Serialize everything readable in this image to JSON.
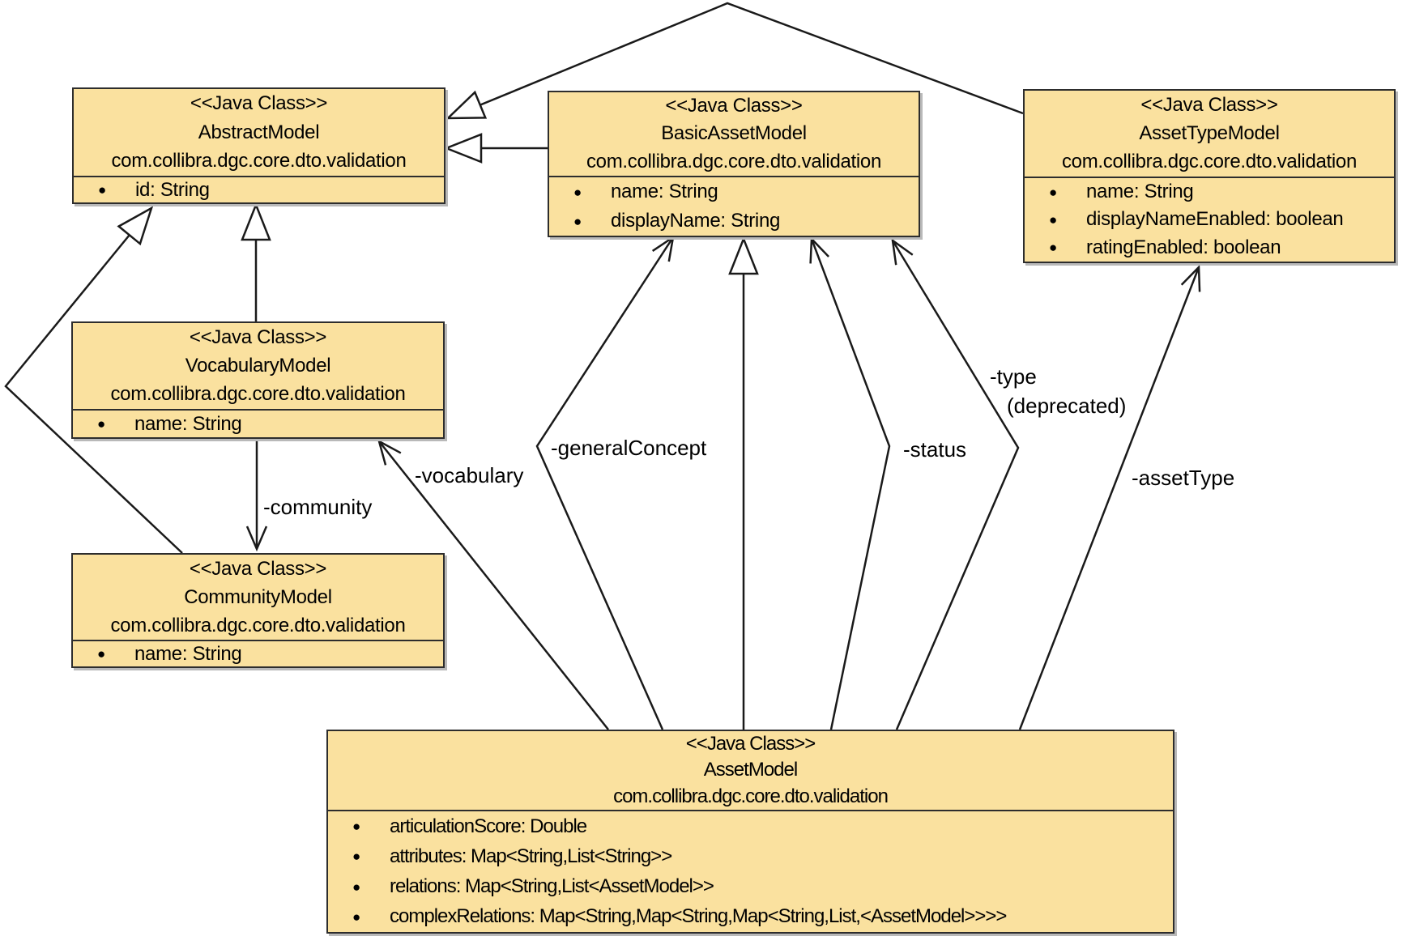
{
  "diagram": {
    "colors": {
      "box_fill": "#FAE19F",
      "box_border": "#2D2D2D",
      "line_color": "#1A1A1A",
      "background": "#FFFFFF"
    },
    "classes": [
      {
        "id": "abstract-model",
        "stereotype": "<<Java Class>>",
        "name": "AbstractModel",
        "package": "com.collibra.dgc.core.dto.validation",
        "attributes": [
          "id: String"
        ]
      },
      {
        "id": "basic-asset-model",
        "stereotype": "<<Java Class>>",
        "name": "BasicAssetModel",
        "package": "com.collibra.dgc.core.dto.validation",
        "attributes": [
          "name: String",
          "displayName: String"
        ]
      },
      {
        "id": "asset-type-model",
        "stereotype": "<<Java Class>>",
        "name": "AssetTypeModel",
        "package": "com.collibra.dgc.core.dto.validation",
        "attributes": [
          "name: String",
          "displayNameEnabled: boolean",
          "ratingEnabled: boolean"
        ]
      },
      {
        "id": "vocabulary-model",
        "stereotype": "<<Java Class>>",
        "name": "VocabularyModel",
        "package": "com.collibra.dgc.core.dto.validation",
        "attributes": [
          "name: String"
        ]
      },
      {
        "id": "community-model",
        "stereotype": "<<Java Class>>",
        "name": "CommunityModel",
        "package": "com.collibra.dgc.core.dto.validation",
        "attributes": [
          "name: String"
        ]
      },
      {
        "id": "asset-model",
        "stereotype": "<<Java Class>>",
        "name": "AssetModel",
        "package": "com.collibra.dgc.core.dto.validation",
        "attributes": [
          "articulationScore: Double",
          "attributes: Map<String,List<String>>",
          "relations: Map<String,List<AssetModel>>",
          "complexRelations: Map<String,Map<String,Map<String,List,<AssetModel>>>>"
        ]
      }
    ],
    "associations": [
      {
        "label": "-community"
      },
      {
        "label": "-vocabulary"
      },
      {
        "label": "-generalConcept"
      },
      {
        "label": "-status"
      },
      {
        "label": "-type",
        "note": "(deprecated)"
      },
      {
        "label": "-assetType"
      }
    ]
  }
}
